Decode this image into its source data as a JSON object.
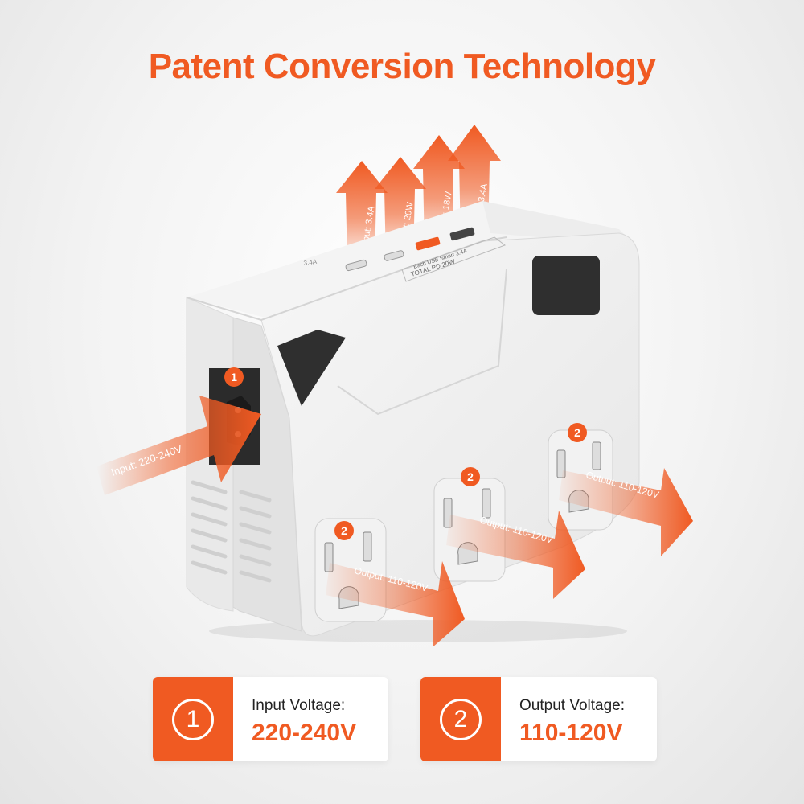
{
  "title": "Patent Conversion Technology",
  "colors": {
    "accent": "#f05a22",
    "device": "#ececec",
    "dark_window": "#2f2f2f"
  },
  "device": {
    "usb_arrows": [
      "Output: 3.4A",
      "Output: 20W",
      "Output: 18W",
      "Output: 3.4A"
    ],
    "usb_panel_text": [
      "TOTAL PD 20W",
      "Each USB Smart 3.4A"
    ],
    "usb_side_label": "3.4A",
    "input_marker": "1",
    "input_arrow": "Input: 220-240V",
    "output_marker": "2",
    "output_arrows": [
      "Output: 110-120V",
      "Output: 110-120V",
      "Output: 110-120V"
    ]
  },
  "cards": [
    {
      "number": "1",
      "label": "Input Voltage:",
      "value": "220-240V"
    },
    {
      "number": "2",
      "label": "Output Voltage:",
      "value": "110-120V"
    }
  ]
}
